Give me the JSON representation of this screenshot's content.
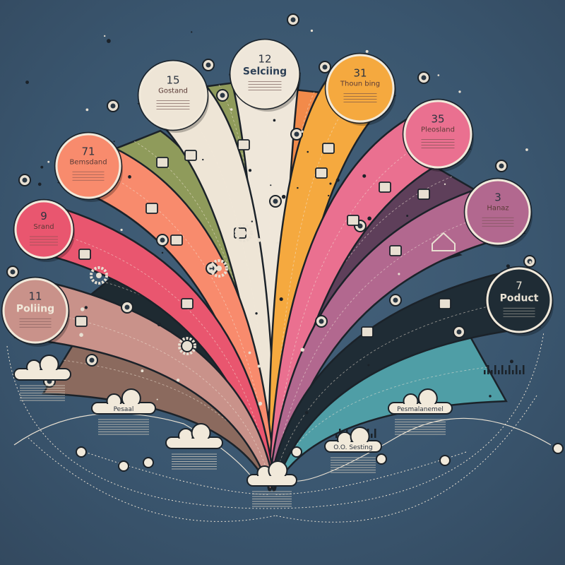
{
  "title": "Product funnel infographic",
  "nodes": [
    {
      "number": "11",
      "label": "Poliing",
      "color": "#c9928a"
    },
    {
      "number": "9",
      "label": "Srand",
      "color": "#e9566f"
    },
    {
      "number": "71",
      "label": "Bemsdand",
      "color": "#f88b6d"
    },
    {
      "number": "15",
      "label": "Gostand",
      "color": "#eee5d6"
    },
    {
      "number": "12",
      "label": "Selciing",
      "color": "#efe7da"
    },
    {
      "number": "31",
      "label": "Thoun bing",
      "color": "#f5a93f"
    },
    {
      "number": "35",
      "label": "Pleosland",
      "color": "#ea7090"
    },
    {
      "number": "3",
      "label": "Hanaz",
      "color": "#b2688f"
    },
    {
      "number": "7",
      "label": "Poduct",
      "color": "#1f2c35"
    }
  ],
  "extra_bands": [
    {
      "name": "olive",
      "color": "#8f9b5b"
    },
    {
      "name": "brown",
      "color": "#8b6a5e"
    },
    {
      "name": "teal",
      "color": "#4f9ea6"
    },
    {
      "name": "plum",
      "color": "#5e3f5a"
    },
    {
      "name": "dark",
      "color": "#1e2a31"
    }
  ],
  "clouds": [
    {
      "label": ""
    },
    {
      "label": "Pesaal"
    },
    {
      "label": ""
    },
    {
      "label": ""
    },
    {
      "label": "O.O. Sesting"
    },
    {
      "label": "Pesmalanemel"
    }
  ],
  "colors": {
    "background": "#3b5872",
    "outline": "#1b2229",
    "cream": "#f1e9da"
  }
}
